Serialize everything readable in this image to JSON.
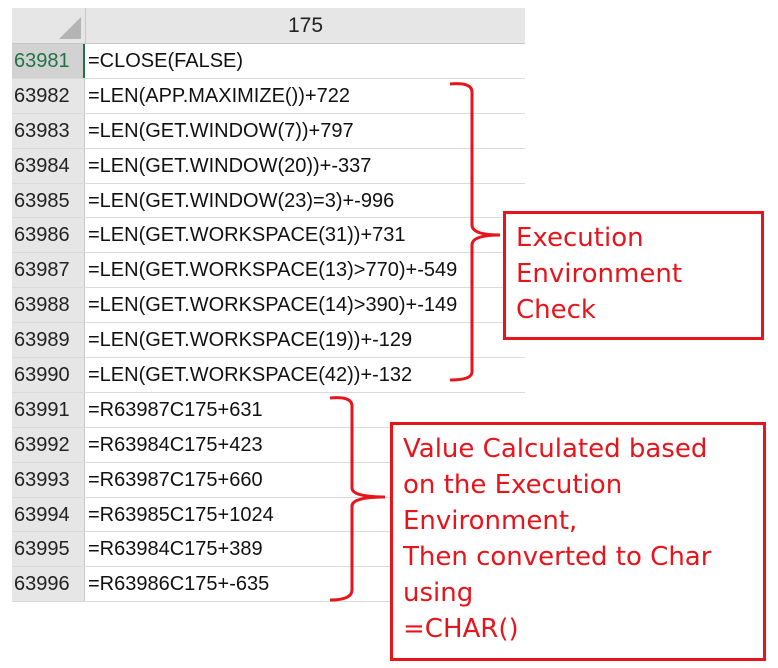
{
  "column_header": "175",
  "rows": [
    {
      "n": "63981",
      "f": "=CLOSE(FALSE)"
    },
    {
      "n": "63982",
      "f": "=LEN(APP.MAXIMIZE())+722"
    },
    {
      "n": "63983",
      "f": "=LEN(GET.WINDOW(7))+797"
    },
    {
      "n": "63984",
      "f": "=LEN(GET.WINDOW(20))+-337"
    },
    {
      "n": "63985",
      "f": "=LEN(GET.WINDOW(23)=3)+-996"
    },
    {
      "n": "63986",
      "f": "=LEN(GET.WORKSPACE(31))+731"
    },
    {
      "n": "63987",
      "f": "=LEN(GET.WORKSPACE(13)>770)+-549"
    },
    {
      "n": "63988",
      "f": "=LEN(GET.WORKSPACE(14)>390)+-149"
    },
    {
      "n": "63989",
      "f": "=LEN(GET.WORKSPACE(19))+-129"
    },
    {
      "n": "63990",
      "f": "=LEN(GET.WORKSPACE(42))+-132"
    },
    {
      "n": "63991",
      "f": "=R63987C175+631"
    },
    {
      "n": "63992",
      "f": "=R63984C175+423"
    },
    {
      "n": "63993",
      "f": "=R63987C175+660"
    },
    {
      "n": "63994",
      "f": "=R63985C175+1024"
    },
    {
      "n": "63995",
      "f": "=R63984C175+389"
    },
    {
      "n": "63996",
      "f": "=R63986C175+-635"
    }
  ],
  "annotations": {
    "env_check": [
      "Execution",
      "Environment",
      "Check"
    ],
    "value_calc": [
      "Value Calculated based",
      "on the Execution",
      "Environment,",
      "Then converted to Char",
      "using",
      "=CHAR()"
    ]
  },
  "colors": {
    "annotation": "#e8141c",
    "selected_row": "#217346"
  }
}
